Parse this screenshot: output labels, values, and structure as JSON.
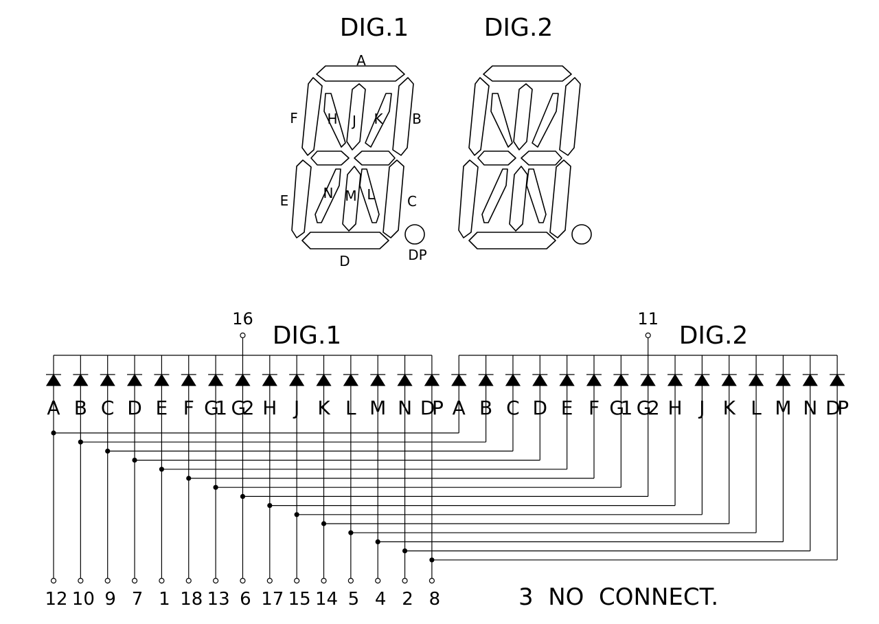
{
  "display": {
    "digit_titles": [
      "DIG.1",
      "DIG.2"
    ],
    "segment_labels": [
      "A",
      "B",
      "C",
      "D",
      "E",
      "F",
      "H",
      "J",
      "K",
      "L",
      "M",
      "N",
      "DP"
    ]
  },
  "schematic": {
    "groups": [
      {
        "title": "DIG.1",
        "common_pin": "16"
      },
      {
        "title": "DIG.2",
        "common_pin": "11"
      }
    ],
    "segments": [
      "A",
      "B",
      "C",
      "D",
      "E",
      "F",
      "G1",
      "G2",
      "H",
      "J",
      "K",
      "L",
      "M",
      "N",
      "DP"
    ],
    "pins": [
      "12",
      "10",
      "9",
      "7",
      "1",
      "18",
      "13",
      "6",
      "17",
      "15",
      "14",
      "5",
      "4",
      "2",
      "8"
    ],
    "note": "3  NO  CONNECT."
  }
}
